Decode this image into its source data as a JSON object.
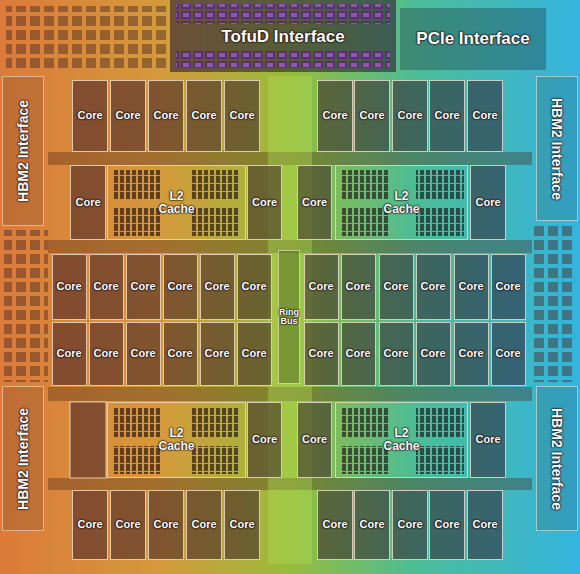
{
  "diagram": {
    "nodes": [
      {
        "text": [
          "TofuD Interface"
        ]
      },
      {
        "text": [
          "PCIe Interface"
        ]
      },
      {
        "text": [
          "HBM2 Interface"
        ]
      },
      {
        "text": [
          "Core"
        ]
      },
      {
        "text": [
          "Core"
        ]
      },
      {
        "text": [
          "Core"
        ]
      },
      {
        "text": [
          "Core"
        ]
      },
      {
        "text": [
          "Core"
        ]
      },
      {
        "text": [
          "Core"
        ]
      },
      {
        "text": [
          "Core"
        ]
      },
      {
        "text": [
          "Core"
        ]
      },
      {
        "text": [
          "Core"
        ]
      },
      {
        "text": [
          "Core"
        ]
      },
      {
        "text": [
          "HBM2 Interface"
        ]
      },
      {
        "text": [
          "Core"
        ]
      },
      {
        "text": [
          "L2 Cache"
        ]
      },
      {
        "text": [
          "Core"
        ]
      },
      {
        "text": [
          "Core"
        ]
      },
      {
        "text": [
          "L2 Cache"
        ]
      },
      {
        "text": [
          "Core"
        ]
      },
      {
        "text": [
          "Core"
        ]
      },
      {
        "text": [
          "Core"
        ]
      },
      {
        "text": [
          "Core"
        ]
      },
      {
        "text": [
          "Core"
        ]
      },
      {
        "text": [
          "Core"
        ]
      },
      {
        "text": [
          "Core"
        ]
      },
      {
        "text": [
          "Ring Bus"
        ]
      },
      {
        "text": [
          "Core"
        ]
      },
      {
        "text": [
          "Core"
        ]
      },
      {
        "text": [
          "Core"
        ]
      },
      {
        "text": [
          "Core"
        ]
      },
      {
        "text": [
          "Core"
        ]
      },
      {
        "text": [
          "Core"
        ]
      },
      {
        "text": [
          "Core"
        ]
      },
      {
        "text": [
          "Core"
        ]
      },
      {
        "text": [
          "Core"
        ]
      },
      {
        "text": [
          "Core"
        ]
      },
      {
        "text": [
          "Core"
        ]
      },
      {
        "text": [
          "Core"
        ]
      },
      {
        "text": [
          "Core"
        ]
      },
      {
        "text": [
          "Core"
        ]
      },
      {
        "text": [
          "Core"
        ]
      },
      {
        "text": [
          "Core"
        ]
      },
      {
        "text": [
          "Core"
        ]
      },
      {
        "text": [
          "Core"
        ]
      },
      {
        "text": [
          "HBM2 Interface"
        ]
      },
      {
        "text": [
          "L2 Cache"
        ]
      },
      {
        "text": [
          "Core"
        ]
      },
      {
        "text": [
          "Core"
        ]
      },
      {
        "text": [
          "L2 Cache"
        ]
      },
      {
        "text": [
          "Core"
        ]
      },
      {
        "text": [
          "HBM2 Interface"
        ]
      },
      {
        "text": [
          "Core"
        ]
      },
      {
        "text": [
          "Core"
        ]
      },
      {
        "text": [
          "Core"
        ]
      },
      {
        "text": [
          "Core"
        ]
      },
      {
        "text": [
          "Core"
        ]
      },
      {
        "text": [
          "Core"
        ]
      },
      {
        "text": [
          "Core"
        ]
      },
      {
        "text": [
          "Core"
        ]
      },
      {
        "text": [
          "Core"
        ]
      },
      {
        "text": [
          "Core"
        ]
      }
    ]
  }
}
